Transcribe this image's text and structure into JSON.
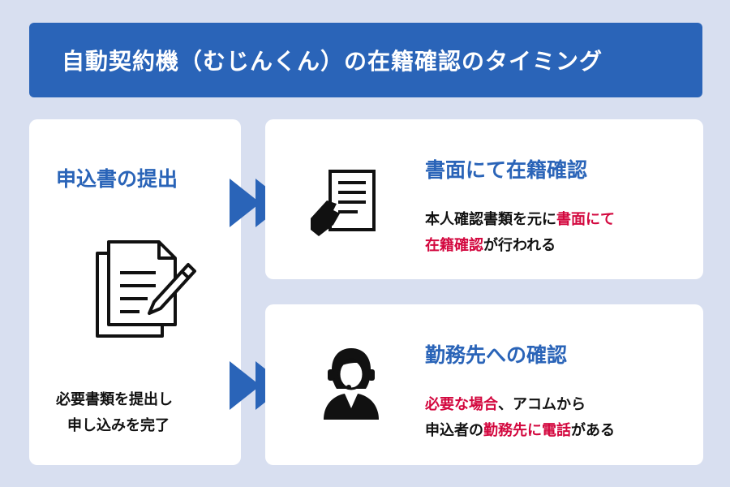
{
  "title": "自動契約機（むじんくん）の在籍確認のタイミング",
  "left_card": {
    "heading": "申込書の提出",
    "line1": "必要書類を提出し",
    "line2": "申し込みを完了"
  },
  "top_card": {
    "heading": "書面にて在籍確認",
    "l1_a": "本人確認書類を元に",
    "l1_b": "書面にて",
    "l2_a": "在籍確認",
    "l2_b": "が行われる"
  },
  "bottom_card": {
    "heading": "勤務先への確認",
    "l1_a": "必要な場合",
    "l1_b": "、アコムから",
    "l2_a": "申込者の",
    "l2_b": "勤務先に電話",
    "l2_c": "がある"
  },
  "colors": {
    "accent": "#2a64b8",
    "highlight": "#d3083f",
    "background": "#d8dff0"
  }
}
